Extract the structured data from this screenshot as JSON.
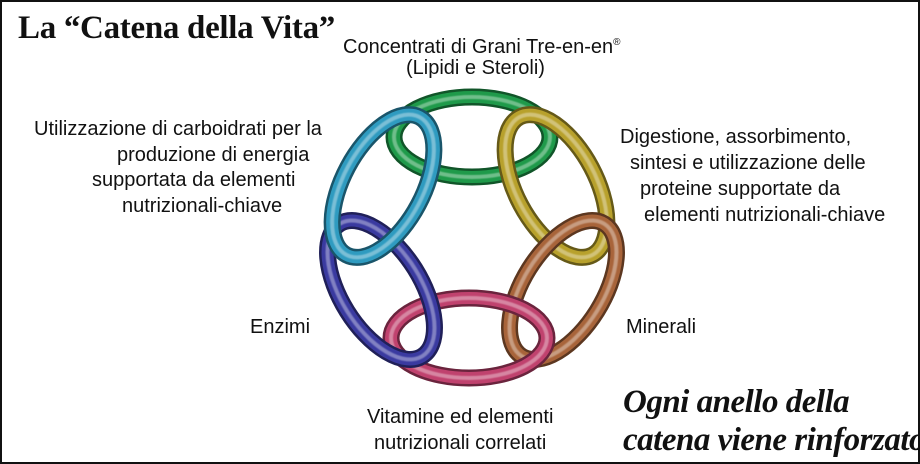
{
  "title": "La “Catena della Vita”",
  "labels": {
    "top_line1": "Concentrati di Grani Tre-en-en",
    "top_mark": "®",
    "top_line2": "(Lipidi e Steroli)",
    "left": [
      "Utilizzazione di carboidrati per la",
      "produzione di energia",
      "supportata da elementi",
      "nutrizionali-chiave"
    ],
    "right": [
      "Digestione, assorbimento,",
      "sintesi e utilizzazione delle",
      "proteine supportate da",
      "elementi nutrizionali-chiave"
    ],
    "enzimi": "Enzimi",
    "minerali": "Minerali",
    "bottom": [
      "Vitamine ed elementi",
      "nutrizionali correlati"
    ]
  },
  "tagline": [
    "Ogni anello della",
    "catena viene rinforzato"
  ],
  "links": [
    {
      "name": "lipidi",
      "color": "#1f9a4a"
    },
    {
      "name": "proteine",
      "color": "#b8a12c"
    },
    {
      "name": "minerali",
      "color": "#a8643a"
    },
    {
      "name": "vitamine",
      "color": "#c0426e"
    },
    {
      "name": "enzimi",
      "color": "#3a3aa0"
    },
    {
      "name": "carboidrati",
      "color": "#2f9bc0"
    }
  ]
}
